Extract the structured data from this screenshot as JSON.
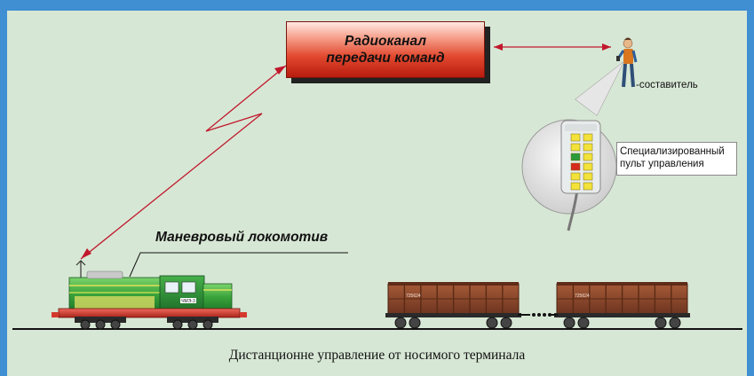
{
  "radio_channel": {
    "line1": "Радиоканал",
    "line2": "передачи команд"
  },
  "locomotive": {
    "label": "Маневровый локомотив",
    "plate": "ЧМЭ-3"
  },
  "operator": {
    "label": "-составитель"
  },
  "remote_control": {
    "label_line1": "Специализированный",
    "label_line2": "пульт управления",
    "button_colors": {
      "yellow": "#f2e23a",
      "red": "#d62a1c",
      "green": "#2b9a3a"
    }
  },
  "wagons": [
    {
      "number": "725624"
    },
    {
      "number": "725624"
    }
  ],
  "caption": "Дистанционне управление от носимого терминала",
  "colors": {
    "background": "#d7e7d5",
    "frame": "#3f8fd2",
    "link_arrow": "#c0182c",
    "wagon_body": "#8c4a2a",
    "loco_green": "#3aa43a",
    "loco_red": "#d33a2e"
  }
}
